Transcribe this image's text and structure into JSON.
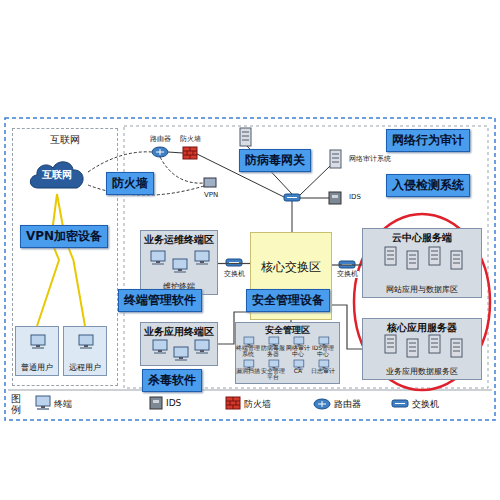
{
  "diagram": {
    "nodes": [
      {
        "text": [
          "互联网"
        ]
      },
      {
        "text": [
          "互联网"
        ],
        "in": 0
      },
      {
        "text": [
          "VPN加密设备"
        ],
        "in": 0
      },
      {
        "text": [
          "普通用户"
        ],
        "in": 0
      },
      {
        "text": [
          "远程用户"
        ],
        "in": 0
      },
      {
        "text": [
          "防火墙"
        ]
      },
      {
        "text": [
          "防病毒网关"
        ]
      },
      {
        "text": [
          "网络行为审计"
        ]
      },
      {
        "text": [
          "入侵检测系统"
        ]
      },
      {
        "text": [
          "业务运维终端区",
          "维护终端"
        ]
      },
      {
        "text": [
          "核心交换区"
        ]
      },
      {
        "text": [
          "云中心服务端",
          "网站应用与数据库区"
        ]
      },
      {
        "text": [
          "终端管理软件"
        ]
      },
      {
        "text": [
          "安全管理设备"
        ]
      },
      {
        "text": [
          "业务应用终端区"
        ]
      },
      {
        "text": [
          "安全管理区"
        ]
      },
      {
        "text": [
          "核心应用服务器",
          "业务应用数据服务区"
        ]
      },
      {
        "text": [
          "杀毒软件"
        ]
      }
    ],
    "edges": [
      {
        "from": 1,
        "to": 3,
        "arrow": "none"
      },
      {
        "from": 1,
        "to": 4,
        "arrow": "none"
      },
      {
        "from": 10,
        "to": 9,
        "arrow": "none"
      },
      {
        "from": 10,
        "to": 14,
        "arrow": "none"
      },
      {
        "from": 10,
        "to": 11,
        "arrow": "none"
      },
      {
        "from": 10,
        "to": 16,
        "arrow": "none"
      },
      {
        "from": 10,
        "to": 15,
        "arrow": "none"
      }
    ],
    "labels": [
      "路由器",
      "防火墙",
      "VPN",
      "网络审计系统",
      "IDS",
      "交换机",
      "交换机",
      "终端管理系统",
      "防病毒服务器",
      "网络审计中心",
      "IDS管理中心",
      "漏洞扫描",
      "安全管理平台",
      "CA",
      "日志审计",
      "图例"
    ],
    "legend": [
      {
        "text": "终端"
      },
      {
        "text": "IDS"
      },
      {
        "text": "防火墙"
      },
      {
        "text": "路由器"
      },
      {
        "text": "交换机"
      }
    ]
  }
}
